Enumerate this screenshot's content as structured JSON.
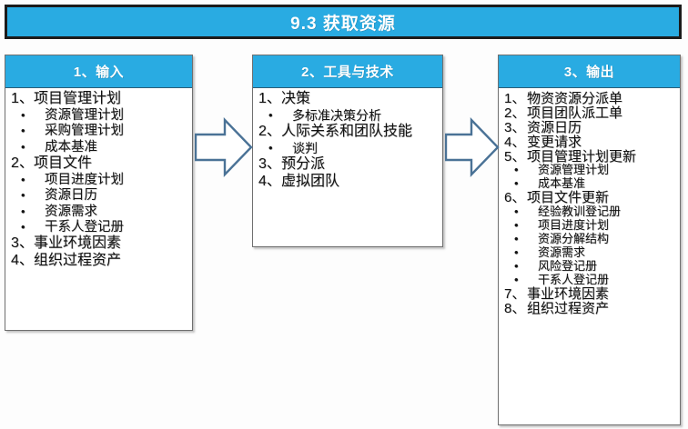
{
  "title": {
    "text": "9.3 获取资源"
  },
  "theme": {
    "accent_blue": "#29abe2",
    "title_border": "#1b1b1b",
    "box_border": "#6f6f6f",
    "arrow_stroke": "#4a7296",
    "arrow_fill": "#ffffff",
    "text_color": "#121212",
    "background": "#fdfdfd"
  },
  "columns": [
    {
      "id": "input",
      "header": "1、输入",
      "items": [
        {
          "level": 1,
          "marker": "1、",
          "label": "项目管理计划"
        },
        {
          "level": 2,
          "marker": "•",
          "label": "资源管理计划"
        },
        {
          "level": 2,
          "marker": "•",
          "label": "采购管理计划"
        },
        {
          "level": 2,
          "marker": "•",
          "label": "成本基准"
        },
        {
          "level": 1,
          "marker": "2、",
          "label": "项目文件"
        },
        {
          "level": 2,
          "marker": "•",
          "label": "项目进度计划"
        },
        {
          "level": 2,
          "marker": "•",
          "label": "资源日历"
        },
        {
          "level": 2,
          "marker": "•",
          "label": "资源需求"
        },
        {
          "level": 2,
          "marker": "•",
          "label": "干系人登记册"
        },
        {
          "level": 1,
          "marker": "3、",
          "label": "事业环境因素"
        },
        {
          "level": 1,
          "marker": "4、",
          "label": "组织过程资产"
        }
      ]
    },
    {
      "id": "tools",
      "header": "2、工具与技术",
      "items": [
        {
          "level": 1,
          "marker": "1、",
          "label": "决策"
        },
        {
          "level": 2,
          "marker": "•",
          "label": "多标准决策分析"
        },
        {
          "level": 1,
          "marker": "2、",
          "label": "人际关系和团队技能"
        },
        {
          "level": 2,
          "marker": "•",
          "label": "谈判"
        },
        {
          "level": 1,
          "marker": "3、",
          "label": "预分派"
        },
        {
          "level": 1,
          "marker": "4、",
          "label": "虚拟团队"
        }
      ]
    },
    {
      "id": "output",
      "header": "3、输出",
      "items": [
        {
          "level": 1,
          "marker": "1、",
          "label": "物资资源分派单"
        },
        {
          "level": 1,
          "marker": "2、",
          "label": "项目团队派工单"
        },
        {
          "level": 1,
          "marker": "3、",
          "label": "资源日历"
        },
        {
          "level": 1,
          "marker": "4、",
          "label": "变更请求"
        },
        {
          "level": 1,
          "marker": "5、",
          "label": "项目管理计划更新"
        },
        {
          "level": 2,
          "marker": "•",
          "label": "资源管理计划"
        },
        {
          "level": 2,
          "marker": "•",
          "label": "成本基准"
        },
        {
          "level": 1,
          "marker": "6、",
          "label": "项目文件更新"
        },
        {
          "level": 2,
          "marker": "•",
          "label": "经验教训登记册"
        },
        {
          "level": 2,
          "marker": "•",
          "label": "项目进度计划"
        },
        {
          "level": 2,
          "marker": "•",
          "label": "资源分解结构"
        },
        {
          "level": 2,
          "marker": "•",
          "label": "资源需求"
        },
        {
          "level": 2,
          "marker": "•",
          "label": "风险登记册"
        },
        {
          "level": 2,
          "marker": "•",
          "label": "干系人登记册"
        },
        {
          "level": 1,
          "marker": "7、",
          "label": "事业环境因素"
        },
        {
          "level": 1,
          "marker": "8、",
          "label": "组织过程资产"
        }
      ]
    }
  ],
  "arrows": [
    {
      "id": "arrow-input-to-tools",
      "name": "flow-arrow-right"
    },
    {
      "id": "arrow-tools-to-output",
      "name": "flow-arrow-right"
    }
  ]
}
